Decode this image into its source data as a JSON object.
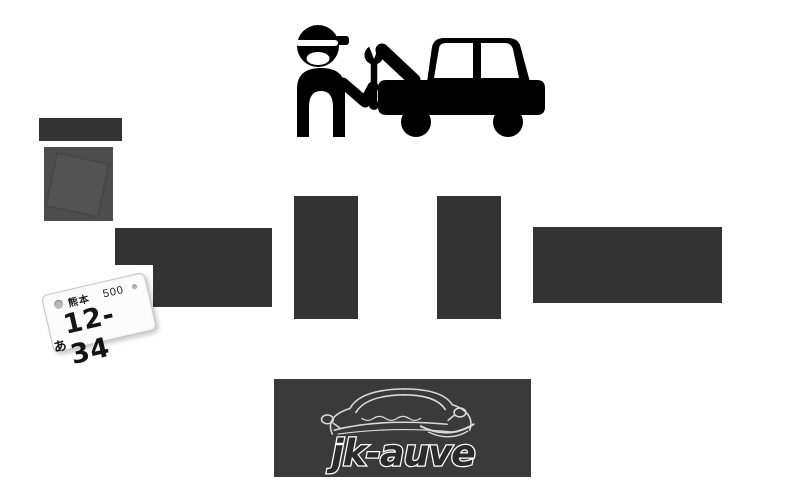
{
  "page": {
    "background_color": "#ffffff",
    "redacted_block_color": "#333333",
    "thumbnail_color": "#4d4d4d"
  },
  "hero": {
    "icon": "mechanic-repairing-car-icon",
    "color": "#000000"
  },
  "redacted_blocks": [
    {
      "name": "title-bar"
    },
    {
      "name": "photo-thumbnail"
    },
    {
      "name": "stepped-paragraph"
    },
    {
      "name": "tall-column-left"
    },
    {
      "name": "tall-column-right"
    },
    {
      "name": "wide-paragraph-right"
    }
  ],
  "license_plate": {
    "region": "熊本",
    "classification": "500",
    "hiragana": "あ",
    "number": "12-34",
    "bolt_icon": "bolt-icon"
  },
  "logo": {
    "text": "jk-auve",
    "background": "#3a3a3a",
    "icon": "car-outline-sketch-icon",
    "text_color": "#2b2b2b",
    "outline_color": "#ffffff"
  }
}
